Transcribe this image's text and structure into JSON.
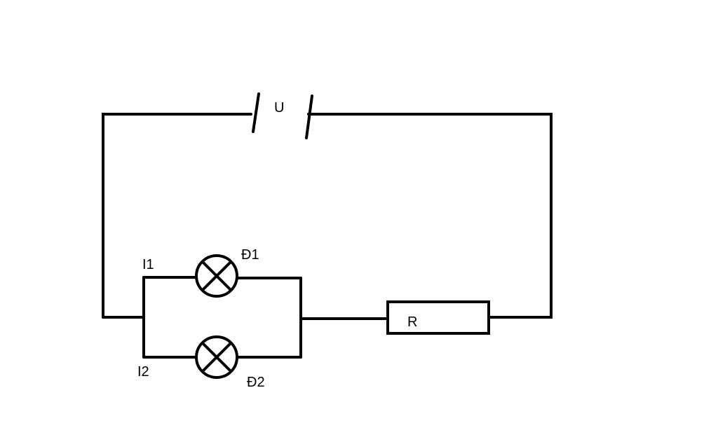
{
  "labels": {
    "source": "U",
    "lamp1": "Đ1",
    "lamp2": "Đ2",
    "current1": "I1",
    "current2": "I2",
    "resistor": "R"
  },
  "colors": {
    "line": "#000000",
    "background": "#ffffff"
  }
}
